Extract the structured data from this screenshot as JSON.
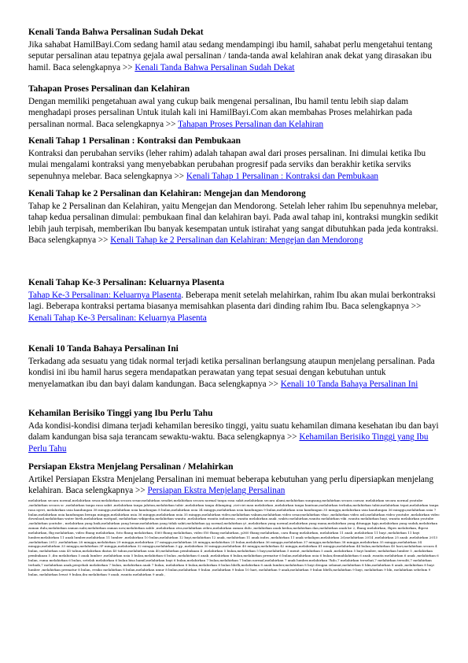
{
  "sections": [
    {
      "title": "Kenali Tanda Bahwa Persalinan Sudah Dekat",
      "text": "Jika sahabat HamilBayi.Com sedang hamil atau sedang mendampingi ibu hamil, sahabat perlu mengetahui tentang seputar persalinan atau tepatnya gejala awal persalinan / tanda-tanda awal kelahiran anak dekat yang dirasakan ibu hamil. Baca selengkapnya >> ",
      "link": "Kenali Tanda Bahwa Persalinan Sudah Dekat"
    },
    {
      "title": "Tahapan Proses Persalinan dan Kelahiran",
      "text": "Dengan memiliki pengetahuan awal yang cukup baik mengenai persalinan, Ibu hamil tentu lebih siap dalam menghadapi proses persalinan Untuk itulah kali ini HamilBayi.Com akan membahas Proses melahirkan pada persalinan normal. Baca selengkapnya >> ",
      "link": "Tahapan Proses Persalinan dan Kelahiran"
    },
    {
      "title": "Kenali Tahap 1 Persalinan : Kontraksi dan Pembukaan",
      "text": "Kontraksi dan perubahan serviks (leher rahim) adalah tahapan awal dari proses persalinan. Ini dimulai ketika Ibu mulai mengalami kontraksi yang menyebabkan perubahan progresif pada serviks dan berakhir ketika serviks sepenuhnya melebar. Baca selengkapnya >> ",
      "link": "Kenali Tahap 1 Persalinan : Kontraksi dan Pembukaan"
    },
    {
      "title": "Kenali Tahap ke 2 Persalinan dan Kelahiran: Mengejan dan Mendorong",
      "text": "Tahap ke 2 Persalinan dan Kelahiran, yaitu Mengejan dan Mendorong. Setelah leher rahim Ibu sepenuhnya melebar, tahap kedua persalinan dimulai: pembukaan final dan kelahiran bayi. Pada awal tahap ini, kontraksi mungkin sedikit lebih jauh terpisah, memberikan Ibu banyak kesempatan untuk istirahat yang sangat dibutuhkan pada jeda kontraksi. Baca selengkapnya >> ",
      "link": "Kenali Tahap ke 2 Persalinan dan Kelahiran: Mengejan dan Mendorong"
    },
    {
      "title": "Kenali Tahap Ke-3 Persalinan: Keluarnya Plasenta",
      "lead_link": "Tahap Ke-3 Persalinan: Keluarnya Plasenta",
      "text": ". Beberapa menit setelah melahirkan, rahim Ibu akan mulai berkontraksi lagi. Beberapa kontraksi pertama biasanya memisahkan plasenta dari dinding rahim Ibu. Baca selengkapnya >> ",
      "link": "Kenali Tahap Ke-3 Persalinan: Keluarnya Plasenta"
    },
    {
      "title": "Kenali 10 Tanda Bahaya Persalinan Ini",
      "text": "Terkadang ada sesuatu yang tidak normal terjadi ketika persalinan berlangsung ataupun menjelang persalinan. Pada kondisi ini ibu hamil harus segera mendapatkan perawatan yang tepat sesuai dengan kebutuhan untuk menyelamatkan ibu dan bayi dalam kandungan. Baca selengkapnya >> ",
      "link": "Kenali 10 Tanda Bahaya Persalinan Ini"
    },
    {
      "title": "Kehamilan Berisiko Tinggi yang Ibu Perlu Tahu",
      "text": "Ada kondisi-kondisi dimana terjadi kehamilan beresiko tinggi, yaitu suatu kehamilan dimana kesehatan ibu dan bayi dalam kandungan bisa saja terancam sewaktu-waktu. Baca selengkapnya >> ",
      "link": "Kehamilan Berisiko Tinggi yang Ibu Perlu Tahu"
    },
    {
      "title": "Persiapan Ekstra Menjelang Persalinan / Melahirkan",
      "text": "Artikel Persiapan Ekstra Menjelang Persalinan ini memuat beberapa kebutuhan yang perlu dipersiapkan menjelang kelahiran. Baca selengkapnya >> ",
      "link": "Persiapan Ekstra Menjelang Persalinan"
    }
  ],
  "keywords": "melahirkan secara normal,melahirkan sesar,melahirkan secara sesar,melahirkan sendiri,melahirkan secara normal tanpa rasa sakit,melahirkan secara alami,melahirkan sungsang,melahirkan secara caesar, melahirkan secara normal youtube ,melahirkan secara sc ,melahirkan tanpa rasa sakit ,melahirkan tanpa jahitan,melahirkan tabir ,melahirkan tanpa dilamping ,ciri-ciri mau melahirkan ,melahirkan tanpa bantuan,melahirkan terbuka,melahirkan tabir,melahirkan tepat,melahirkan tanpa rasa nyeri, melahirkan usia kandungan 38 minggu,melahirkan usia kandungan 8 bulan,melahirkan usia 34 minggu,melahirkan usia kandungan 9 bulan,melahirkan usia kandungan 35 minggu,melahirkan usia kandungan 36 minggu,melahirkan usia 7 bulan,melahirkan usia kandungan berapa minggu,melahirkan usia 36 minggu,melahirkan usia 35 minggu,melahirkan video,melahirkan vakum,melahirkan video sesar,melahirkan vbac ,melahirkan video asli,melahirkan video youtube ,melahirkan video download,melahirkan water birth,melahirkan wattpad, melahirkan wikipedia,melahirkan wanita ,melahirkan wanita indonesia ,wanita melahirkan anak ,waktu melahirkan,wanita melahirkan viki ,wanita melahirkan bayi, wanita melahirkan youtube ,melahirkan youtube , melahirkan yang baik,melahirkan yang benar,melahirkan yang tidak sakit,melahirkan yg normal,melahirkan yt ,melahirkan yang normal,melahirkan yang mana,melahirkan yang ditunggu bpjs,melahirkan yang sudah,melahirkan zaman dulu,melahirkan zaman nabi,melahirkan zaman now,melahirkan zahle ,melahirkan ziva,melahirkan zebra,melahirkan zaman dulu ,melahirkan anak kedua,melahirkan dan,melahirkan anak ke 2, fbang melahirkan, fbpes melahirkan, fbpesi melahirkan, fbg melahirkan, video fbang melahirkan, foto fbang melahirkan, f360 fbang melahirkan, video f50 fbang melahirkan, p360 fbang melahirkan, cara fbang melahirkan, melahirkan 11 anak ,melahirkan 11 bayi ,melahirkan 11 bayi lumber,melahirkan 11 anak lumber,melahirkan 11 lumber ,melahirkan 10 bulan,melahirkan 12 bayi,melahirkan 12 anak, melahirkan 11 anak indra ,melahirkan 11 anak sekaligus,melahirkan 2d,melahirkan 2014 ,melahirkan 25 anak ,melahirkan 2013 ,melahirkan 2012 ,melahirkan 28 minggu,melahirkan 29 minggu,melahirkan 27 minggu,melahirkan 28 minggu,melahirkan 25 bulan,melahirkan 36 minggu,melahirkan 37 minggu,melahirkan 38 minggu,melahirkan 35 minggu,melahirkan 34 minggu,melahirkan 33 minggu,melahirkan 3P minggu,melahirkan 32 minggu,melahirkan 3 gp ,melahirkan 30 minggu,melahirkan 40 minggu,melahirkan 42 minggu,melahirkan 41 minggu,melahirkan 44 bulan,melahirkan 40 hari,melahirkan secara 4 bulan, melahirkan usia 45 tahun,melahirkan diatas 40 tahun,melahirkan usia 40,melahirkan pembukaan 4 ,melahirkan 5 bulan,melahirkan 5 bayi,melahirkan 5 menit ,melahirkan 5 anak ,melahirkan 5 bayi lumber, melahirkan lumber 5 ,melahirkan pembukaan 5 ,ibu melahirkan 5 anak lumber ,melahirkan usia 5 bulan,melahirkan 6 bulan ,melahirkan 6 anak ,melahirkan 6 bulan,melahirkan prematur 6 bulan,melahirkan usia 6 bulan,tbsmahlahirkan 6 anak ,wanita melahirkan 6 anak ,melahirkan 6 bulan, ruma melahirkan 6 bulan, setelah melahirkan 6 bulan bisa hamil,melahirkan bayi 6 bulan,melahirkan 7 bulan,melahirkan 7 bulan normal,melahirkan 7 anak lumber,melahirkan 7kilo,7 melahirkan tersehat,7 melahirkan tersulit,7 melahirkan terbaik,7 melahirkan anak,penyebab melahirkan 7 bulan, melahirkan anak 7 bulan, melahirkan 8 bulan,melahirkan 8 bulan bbrlh,melahirkan 8 anak lumber,melahirkan 8 bayi dengan selamat,melahirkan 8 hlm,melahirkan 8 anak ,melahirkan 8 bayi lumber ,melahirkan prematur 8 bulan, resiko melahirkan 8 bulan,melahirkan umur 8 bulan,melahirkan 9 bulan ,melahirkan 9 bulan 10 hari, melahirkan 9 anak,melahirkan 9 bulan bbrlh,melahirkan 9 bayi, melahirkan 9 bln, melahirkan sebelum 9 bulan, melahirkan lewat 9 bulan,ibu melahirkan 9 anak ,wanita melahirkan 9 anak ,"
}
